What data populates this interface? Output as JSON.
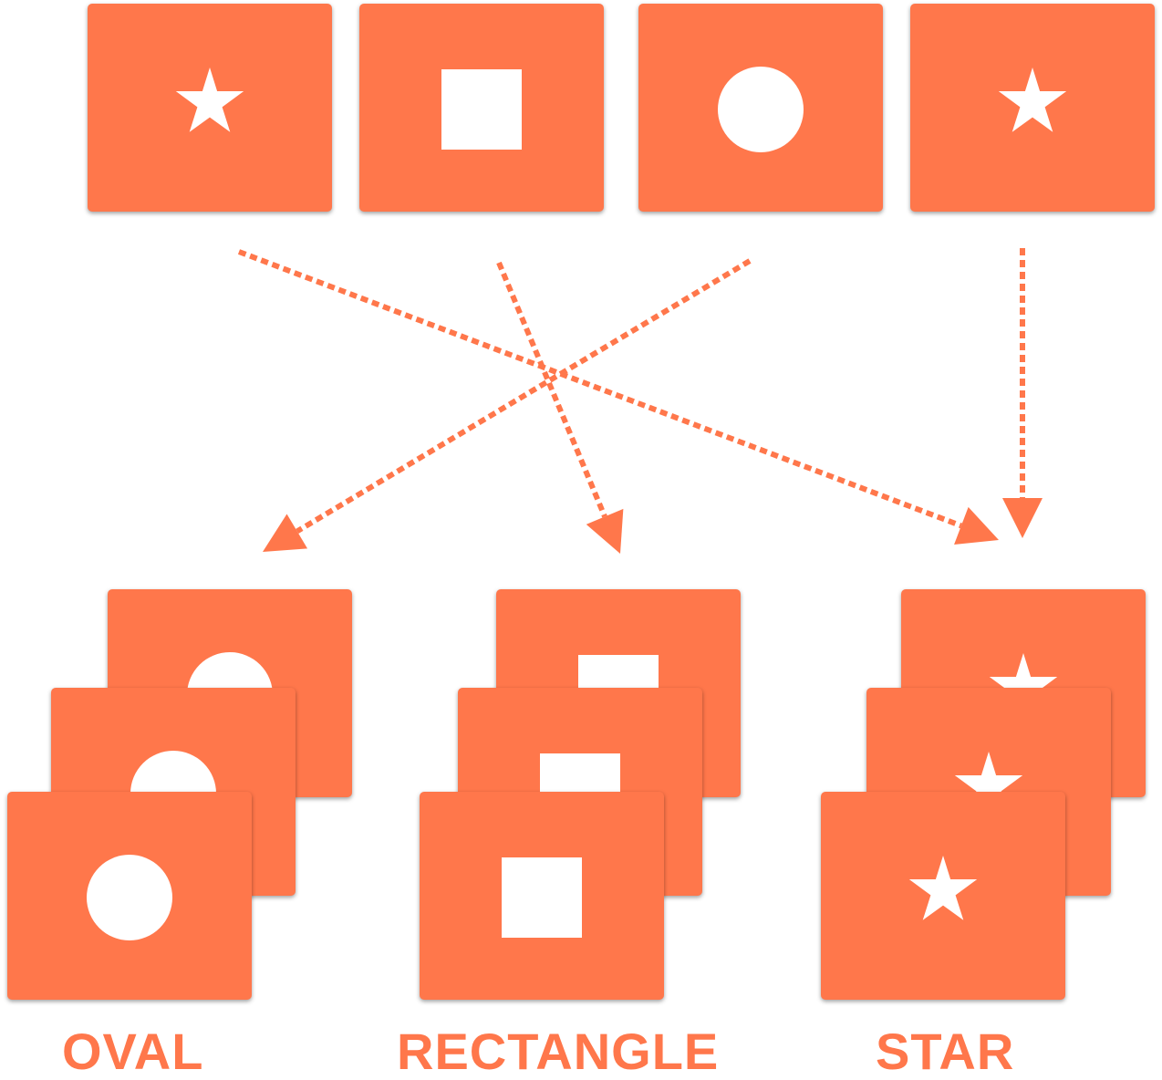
{
  "colors": {
    "card": "#ff774b",
    "arrow": "#ff774b",
    "shape": "#ffffff",
    "label": "#ff774b"
  },
  "source_cards": [
    {
      "shape": "star"
    },
    {
      "shape": "square"
    },
    {
      "shape": "circle"
    },
    {
      "shape": "star"
    }
  ],
  "groups": [
    {
      "label": "OVAL",
      "shape": "circle",
      "count": 3
    },
    {
      "label": "RECTANGLE",
      "shape": "square",
      "count": 3
    },
    {
      "label": "STAR",
      "shape": "star",
      "count": 3
    }
  ],
  "arrows": [
    {
      "from": 0,
      "to_group": 2
    },
    {
      "from": 1,
      "to_group": 1
    },
    {
      "from": 2,
      "to_group": 0
    },
    {
      "from": 3,
      "to_group": 2
    }
  ]
}
